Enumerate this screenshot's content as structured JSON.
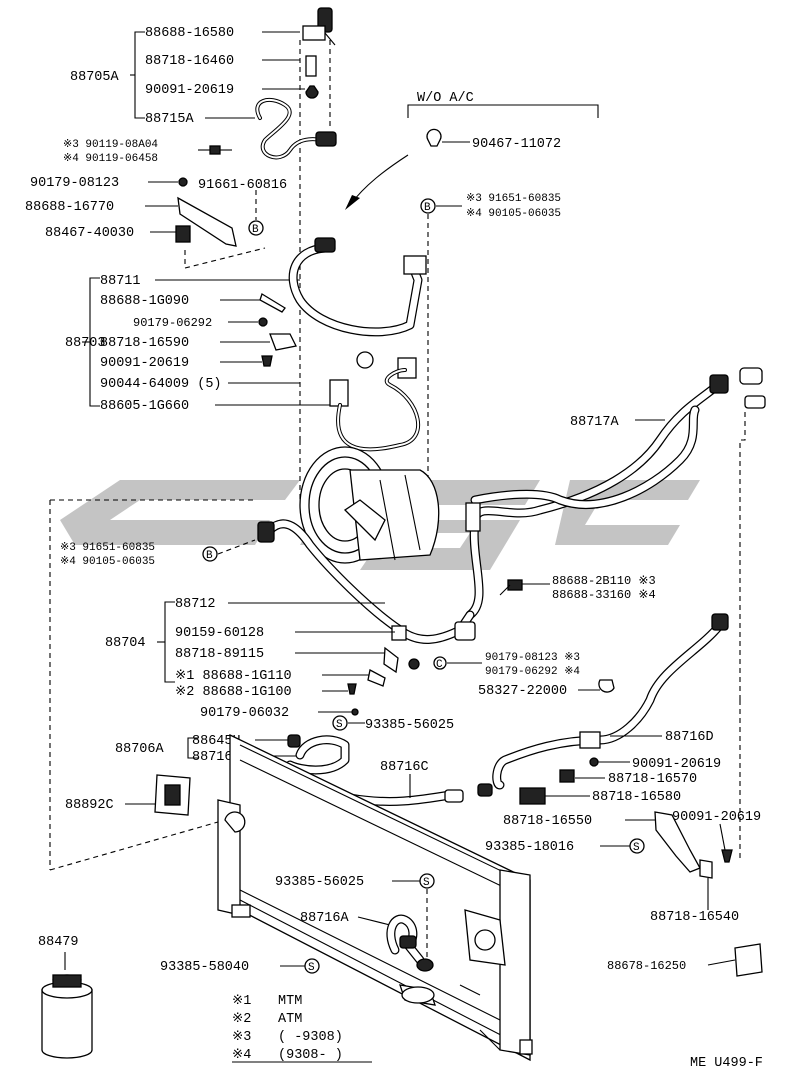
{
  "diagram_code": "ME U499-F",
  "section_wo_ac": "W/O A/C",
  "labels": {
    "p88688_16580": "88688-16580",
    "p88718_16460": "88718-16460",
    "p88705A": "88705A",
    "p90091_20619_top": "90091-20619",
    "p88715A": "88715A",
    "p90119_08A04": "※3 90119-08A04",
    "p90119_06458": "※4 90119-06458",
    "p90179_08123_top": "90179-08123",
    "p91661_60816": "91661-60816",
    "p88688_16770": "88688-16770",
    "p88467_40030": "88467-40030",
    "p88711": "88711",
    "p88688_1G090": "88688-1G090",
    "p90179_06292_a": "90179-06292",
    "p88703": "88703",
    "p88718_16590": "88718-16590",
    "p90091_20619_b": "90091-20619",
    "p90044_64009": "90044-64009 (5)",
    "p88605_1G660": "88605-1G660",
    "p90467_11072": "90467-11072",
    "p91651_60835_r": "※3 91651-60835",
    "p90105_06035_r": "※4 90105-06035",
    "p88717A": "88717A",
    "p91651_60835_l": "※3 91651-60835",
    "p90105_06035_l": "※4 90105-06035",
    "p88688_2B110": "88688-2B110 ※3",
    "p88688_33160": "88688-33160 ※4",
    "p88712": "88712",
    "p88704": "88704",
    "p90159_60128": "90159-60128",
    "p88718_89115": "88718-89115",
    "p88688_1G110": "※1 88688-1G110",
    "p88688_1G100": "※2 88688-1G100",
    "p90179_08123_b": "90179-08123 ※3",
    "p90179_06292_b": "90179-06292 ※4",
    "p58327_22000": "58327-22000",
    "p90179_06032": "90179-06032",
    "p93385_56025_a": "93385-56025",
    "p88706A": "88706A",
    "p88645H": "88645H",
    "p88716B": "88716B",
    "p88716D": "88716D",
    "p88716C": "88716C",
    "p90091_20619_c": "90091-20619",
    "p88718_16570": "88718-16570",
    "p88892C": "88892C",
    "p88718_16580": "88718-16580",
    "p88718_16550": "88718-16550",
    "p90091_20619_d": "90091-20619",
    "p93385_18016": "93385-18016",
    "p93385_56025_b": "93385-56025",
    "p88716A": "88716A",
    "p88718_16540": "88718-16540",
    "p88479": "88479",
    "p93385_58040": "93385-58040",
    "p88678_16250": "88678-16250"
  },
  "legend": [
    {
      "mark": "※1",
      "text": "MTM"
    },
    {
      "mark": "※2",
      "text": "ATM"
    },
    {
      "mark": "※3",
      "text": "(      -9308)"
    },
    {
      "mark": "※4",
      "text": "(9308-      )"
    }
  ],
  "markers": {
    "b": "B",
    "s": "S",
    "c": "C"
  }
}
